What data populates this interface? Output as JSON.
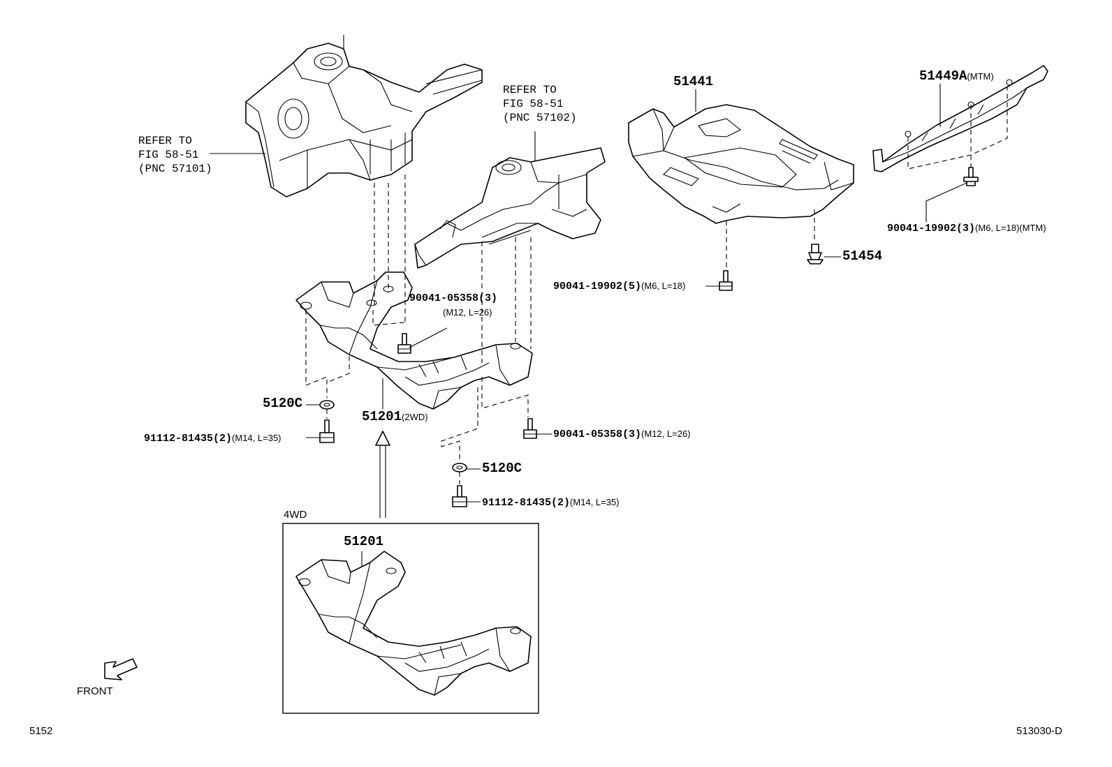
{
  "refs": {
    "left": {
      "line1": "REFER TO",
      "line2": "FIG 58-51",
      "line3": "(PNC 57101)"
    },
    "center": {
      "line1": "REFER TO",
      "line2": "FIG 58-51",
      "line3": "(PNC 57102)"
    }
  },
  "parts": {
    "p51441": "51441",
    "p51449a": "51449A",
    "p51449a_note": "(MTM)",
    "p51454": "51454",
    "bolt_19902_3": "90041-19902",
    "bolt_19902_3_qty": "(3)",
    "bolt_19902_3_spec": "(M6, L=18)(MTM)",
    "bolt_19902_5": "90041-19902",
    "bolt_19902_5_qty": "(5)",
    "bolt_19902_5_spec": "(M6, L=18)",
    "bolt_05358_upper": "90041-05358(3)",
    "bolt_05358_upper_spec": "(M12, L=26)",
    "bolt_05358_lower": "90041-05358",
    "bolt_05358_lower_qty": "(3)",
    "bolt_05358_lower_spec": "(M12, L=26)",
    "washer_left": "5120C",
    "washer_right": "5120C",
    "p51201_2wd": "51201",
    "p51201_2wd_note": "(2WD)",
    "bolt_81435_left": "91112-81435",
    "bolt_81435_left_qty": "(2)",
    "bolt_81435_left_spec": "(M14, L=35)",
    "bolt_81435_right": "91112-81435",
    "bolt_81435_right_qty": "(2)",
    "bolt_81435_right_spec": "(M14, L=35)",
    "inset_title": "4WD",
    "p51201_4wd": "51201"
  },
  "footer": {
    "front_label": "FRONT",
    "page_code": "5152",
    "figure_code": "513030-D"
  }
}
